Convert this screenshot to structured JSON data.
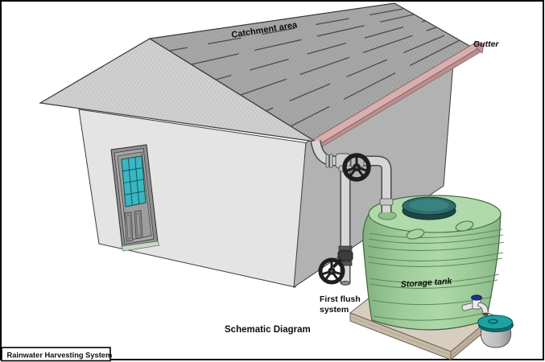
{
  "title_box": {
    "label": "Rainwater Harvesting System"
  },
  "caption": "Schematic Diagram",
  "labels": {
    "catchment_area": "Catchment area",
    "gutter": "Gutter",
    "first_flush_line1": "First flush",
    "first_flush_line2": "system",
    "storage_tank": "Storage tank"
  },
  "colors": {
    "roof_main": "#a7a7a7",
    "roof_hip": "#d0d0d0",
    "roof_seam": "#4c4c4c",
    "wall_front": "#e4e4e4",
    "wall_side": "#b2b2b2",
    "gutter": "#d9aeae",
    "gutter_shadow": "#b98f8f",
    "door_frame": "#8f8f8f",
    "door_glass": "#39b7c2",
    "tank_green": "#aed8a8",
    "tank_lid": "#2e6e6d",
    "pad": "#d8cec0",
    "pipe": "#d6d6d6",
    "valve_dark": "#1e1e1e",
    "tap_handle": "#20308f",
    "pot_lid": "#1da2a2",
    "pot_body": "#b9b9b9"
  }
}
